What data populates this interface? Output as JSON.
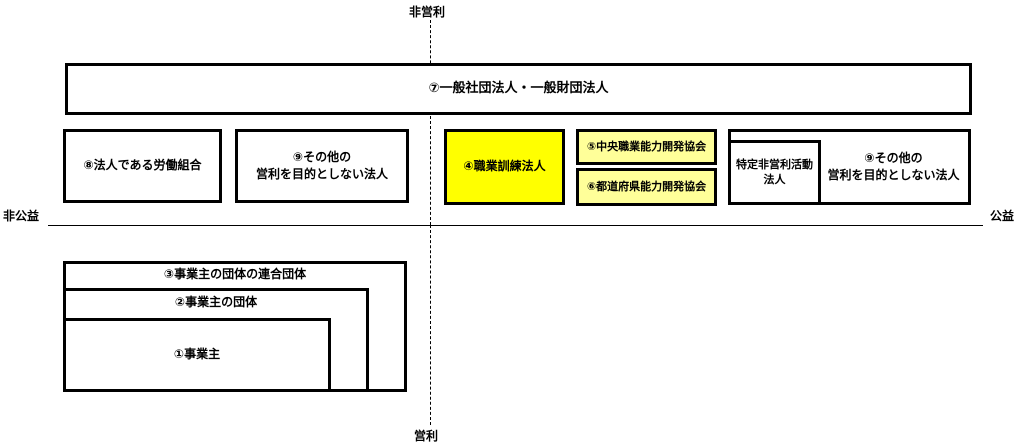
{
  "axes": {
    "top": "非営利",
    "bottom": "営利",
    "left": "非公益",
    "right": "公益"
  },
  "colors": {
    "highlight": "#ffff00",
    "highlight_light": "#ffff99",
    "border": "#000000"
  },
  "boxes": {
    "general_corp": "⑦一般社団法人・一般財団法人",
    "labor_union": "⑧法人である労働組合",
    "other_nonprofit_left": "⑨その他の\n営利を目的としない法人",
    "vocational_training": "④職業訓練法人",
    "central_assoc": "⑤中央職業能力開発協会",
    "prefectural_assoc": "⑥都道府県能力開発協会",
    "npo": "特定非営利活動\n法人",
    "other_nonprofit_right": "⑨その他の\n営利を目的としない法人",
    "federation": "③事業主の団体の連合団体",
    "employer_group": "②事業主の団体",
    "employer": "①事業主"
  }
}
